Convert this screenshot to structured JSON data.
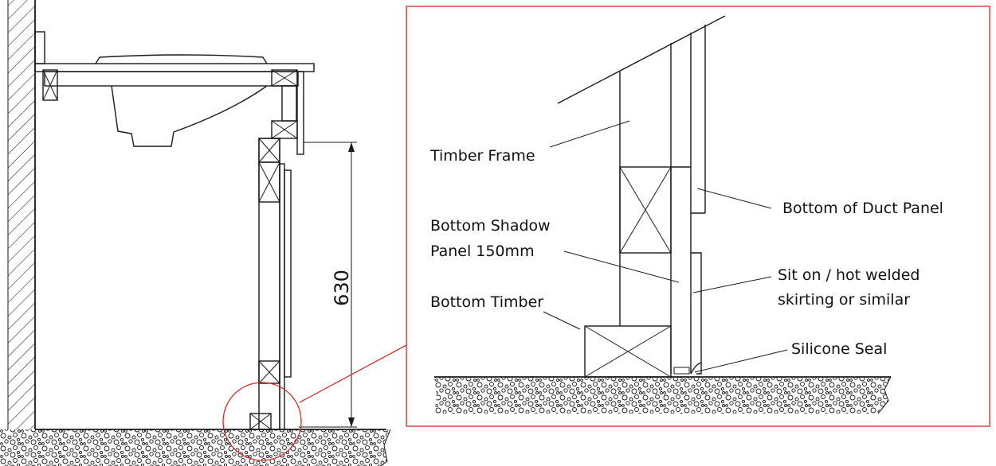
{
  "left_view": {
    "dimension": "630"
  },
  "detail": {
    "labels": {
      "timber_frame": "Timber Frame",
      "bottom_duct_panel": "Bottom of Duct Panel",
      "shadow_panel_line1": "Bottom Shadow",
      "shadow_panel_line2": "Panel 150mm",
      "bottom_timber": "Bottom Timber",
      "skirting_line1": "Sit on / hot welded",
      "skirting_line2": "skirting or similar",
      "silicone_seal": "Silicone Seal"
    }
  },
  "colors": {
    "line": "#1a1a1a",
    "callout": "#d42a2a",
    "background": "#ffffff"
  }
}
